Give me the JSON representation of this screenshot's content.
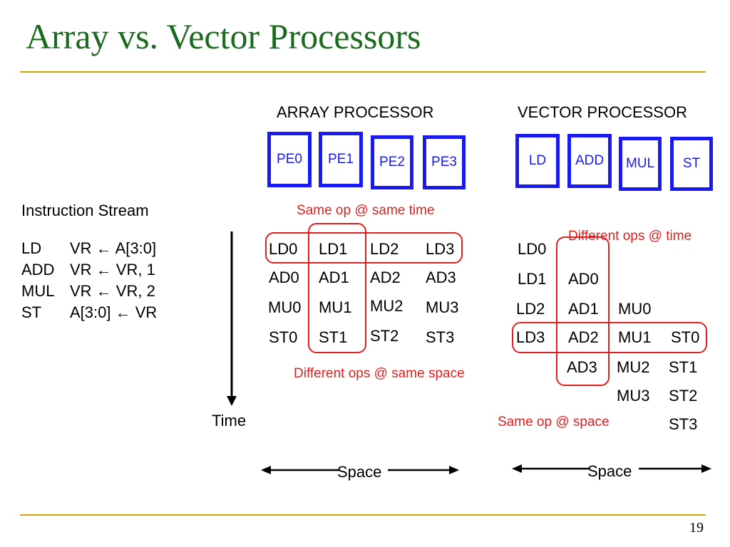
{
  "slide": {
    "title": "Array vs. Vector Processors",
    "number": "19"
  },
  "instruction_stream": {
    "label": "Instruction Stream",
    "rows": [
      {
        "op": "LD",
        "operands": "VR ← A[3:0]"
      },
      {
        "op": "ADD",
        "operands": "VR ← VR, 1"
      },
      {
        "op": "MUL",
        "operands": "VR ← VR, 2"
      },
      {
        "op": "ST",
        "operands": "A[3:0] ← VR"
      }
    ]
  },
  "array_processor": {
    "heading": "ARRAY PROCESSOR",
    "units": [
      "PE0",
      "PE1",
      "PE2",
      "PE3"
    ],
    "annotation_time": "Same op @ same time",
    "annotation_space": "Different ops @ same space",
    "grid": [
      [
        "LD0",
        "LD1",
        "LD2",
        "LD3"
      ],
      [
        "AD0",
        "AD1",
        "AD2",
        "AD3"
      ],
      [
        "MU0",
        "MU1",
        "MU2",
        "MU3"
      ],
      [
        "ST0",
        "ST1",
        "ST2",
        "ST3"
      ]
    ],
    "space_label": "Space"
  },
  "vector_processor": {
    "heading": "VECTOR PROCESSOR",
    "units": [
      "LD",
      "ADD",
      "MUL",
      "ST"
    ],
    "annotation_time": "Different ops @ time",
    "annotation_space": "Same op @ space",
    "columns": [
      [
        "LD0",
        "LD1",
        "LD2",
        "LD3"
      ],
      [
        "AD0",
        "AD1",
        "AD2",
        "AD3"
      ],
      [
        "MU0",
        "MU1",
        "MU2",
        "MU3"
      ],
      [
        "ST0",
        "ST1",
        "ST2",
        "ST3"
      ]
    ],
    "space_label": "Space"
  },
  "time_label": "Time",
  "colors": {
    "title": "#1a6b1e",
    "rule": "#d6a400",
    "unit_box": "#1a1aee",
    "annotation": "#e02020"
  }
}
